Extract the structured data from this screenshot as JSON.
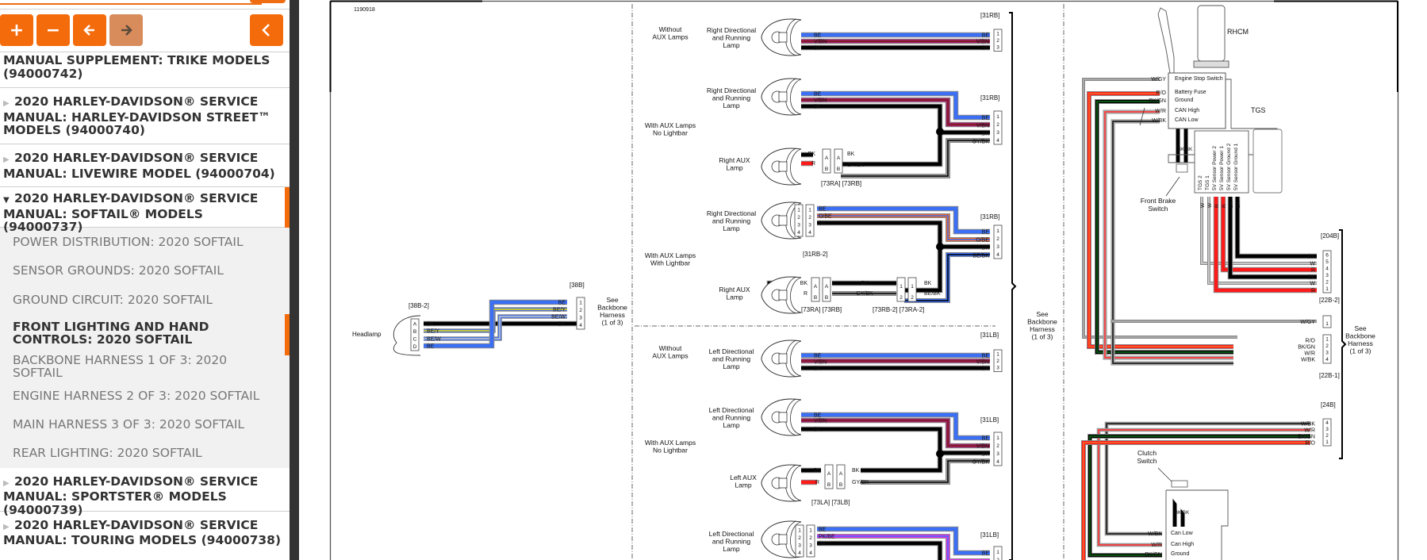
{
  "toolbar": {
    "zoom_in": "+",
    "zoom_out": "−",
    "back": "←",
    "forward": "→",
    "collapse": "‹"
  },
  "tree": {
    "partial_item": "MANUAL SUPPLEMENT: TRIKE MODELS (94000742)",
    "items": [
      {
        "label": "2020 HARLEY-DAVIDSON® SERVICE MANUAL: HARLEY-DAVIDSON STREET™ MODELS (94000740)",
        "expanded": false
      },
      {
        "label": "2020 HARLEY-DAVIDSON® SERVICE MANUAL: LIVEWIRE MODEL (94000704)",
        "expanded": false
      },
      {
        "label": "2020 HARLEY-DAVIDSON® SERVICE MANUAL: SOFTAIL® MODELS (94000737)",
        "expanded": true
      },
      {
        "label": "2020 HARLEY-DAVIDSON® SERVICE MANUAL: SPORTSTER® MODELS (94000739)",
        "expanded": false
      },
      {
        "label": "2020 HARLEY-DAVIDSON® SERVICE MANUAL: TOURING MODELS (94000738)",
        "expanded": false
      }
    ],
    "softail_children": [
      {
        "label": "POWER DISTRIBUTION: 2020 SOFTAIL"
      },
      {
        "label": "SENSOR GROUNDS: 2020 SOFTAIL"
      },
      {
        "label": "GROUND CIRCUIT: 2020 SOFTAIL"
      },
      {
        "label": "FRONT LIGHTING AND HAND CONTROLS: 2020 SOFTAIL",
        "active": true
      },
      {
        "label": "BACKBONE HARNESS 1 OF 3: 2020 SOFTAIL"
      },
      {
        "label": "ENGINE HARNESS 2 OF 3: 2020 SOFTAIL"
      },
      {
        "label": "MAIN HARNESS 3 OF 3: 2020 SOFTAIL"
      },
      {
        "label": "REAR LIGHTING: 2020 SOFTAIL"
      }
    ]
  },
  "diagram": {
    "figure_id": "1190918",
    "colors": {
      "accent": "#f46b0c",
      "BE": "#3b6ff5",
      "R": "#ff1a1a",
      "GN": "#0a6a14",
      "V": "#a0206a",
      "BN": "#7a1818",
      "Y": "#f2e200",
      "PK": "#e832e8",
      "O": "#f06a2a",
      "GY": "#9a9a9a",
      "W": "#c8c8c8",
      "BK": "#000000"
    },
    "headlamp": {
      "label": "Headlamp",
      "conn_lamp": "[38B-2]",
      "conn_harness": "[38B]",
      "pins": [
        "A",
        "B",
        "C",
        "D"
      ],
      "wires_lamp": [
        "BK",
        "BE/Y",
        "BE/W",
        "BE"
      ],
      "wires_harness": [
        "BE",
        "BE/Y",
        "BE/W",
        "BK"
      ],
      "harness_pins": [
        "1",
        "2",
        "3",
        "4"
      ],
      "see": "See Backbone Harness (1 of 3)"
    },
    "right": {
      "without_aux": {
        "group": "Without AUX Lamps",
        "lamp": "Right Directional and Running Lamp",
        "conn": "[31RB]",
        "wires": [
          "BE",
          "V/BN",
          "BK"
        ]
      },
      "aux_no_lightbar": {
        "group": "With AUX Lamps No Lightbar",
        "lamp": "Right Directional and Running Lamp",
        "aux": "Right AUX Lamp",
        "conn": "[31RB]",
        "wires": [
          "BE",
          "V/BN",
          "BK",
          "GY/BK"
        ],
        "aux_wires": [
          "BK",
          "R"
        ],
        "aux_out": [
          "BK",
          "GY/BK"
        ],
        "aux_conns": [
          "[73RA]",
          "[73RB]"
        ]
      },
      "aux_lightbar": {
        "group": "With AUX Lamps With Lightbar",
        "lamp": "Right Directional and Running Lamp",
        "aux": "Right AUX Lamp",
        "conn": "[31RB]",
        "conn_lamp": "[31RB-2]",
        "wires": [
          "BE",
          "O/BE",
          "BK",
          "BE/BK"
        ],
        "aux_conns": [
          "[73RA]",
          "[73RB]",
          "[73RB-2]",
          "[73RA-2]"
        ],
        "mid_wires": [
          "BK",
          "GY/BK"
        ],
        "out_wires": [
          "BK",
          "BE/BK"
        ]
      }
    },
    "left": {
      "without_aux": {
        "group": "Without AUX Lamps",
        "lamp": "Left Directional and Running Lamp",
        "conn": "[31LB]",
        "wires": [
          "BE",
          "V/BN",
          "BK"
        ]
      },
      "aux_no_lightbar": {
        "group": "With AUX Lamps No Lightbar",
        "lamp": "Left Directional and Running Lamp",
        "aux": "Left AUX Lamp",
        "conn": "[31LB]",
        "wires": [
          "BE",
          "V/BN",
          "BK",
          "GY/BK"
        ],
        "aux_conns": [
          "[73LA]",
          "[73LB]"
        ]
      },
      "lightbar": {
        "lamp": "Left Directional and Running Lamp",
        "conn": "[31LB]",
        "wires": [
          "BE",
          "PK/BE",
          "BK"
        ]
      }
    },
    "see_backbone": "See Backbone Harness (1 of 3)",
    "rhcm": {
      "title": "RHCM",
      "tgs": "TGS",
      "functions": [
        "Engine Stop Switch",
        "Battery Fuse",
        "Ground",
        "CAN High",
        "CAN Low"
      ],
      "wires": [
        "W/GY",
        "R/O",
        "BK/GN",
        "W/R",
        "W/BK"
      ],
      "brake": "Front Brake Switch",
      "tgs_pins": [
        "TGS 2",
        "TGS 1",
        "5V Sensor Power 2",
        "5V Sensor Power 1",
        "5V Sensor Ground 2",
        "5V Sensor Ground 1"
      ],
      "tgs_wires": [
        "W",
        "W",
        "R",
        "R",
        "BK",
        "BK"
      ],
      "conn_204b": "[204B]",
      "conn_204b_wires": [
        "BK",
        "W",
        "R",
        "BK",
        "W",
        "R"
      ],
      "conn_204b_pins": [
        "6",
        "5",
        "4",
        "3",
        "2",
        "1"
      ],
      "conn_22b2": "[22B-2]",
      "conn_22b1": "[22B-1]",
      "conn_22b1_wires": [
        "R/O",
        "BK/GN",
        "W/R",
        "W/BK"
      ],
      "see": "See Backbone Harness (1 of 3)"
    },
    "lhcm": {
      "conn": "[24B]",
      "wires": [
        "W/BK",
        "W/R",
        "BK/GN",
        "R/O"
      ],
      "pins": [
        "4",
        "3",
        "2",
        "1"
      ],
      "clutch": "Clutch Switch",
      "functions": [
        "Can Low",
        "Can High",
        "Ground"
      ],
      "fn_wires": [
        "W/BK",
        "W/R",
        "BK/GN"
      ]
    }
  }
}
